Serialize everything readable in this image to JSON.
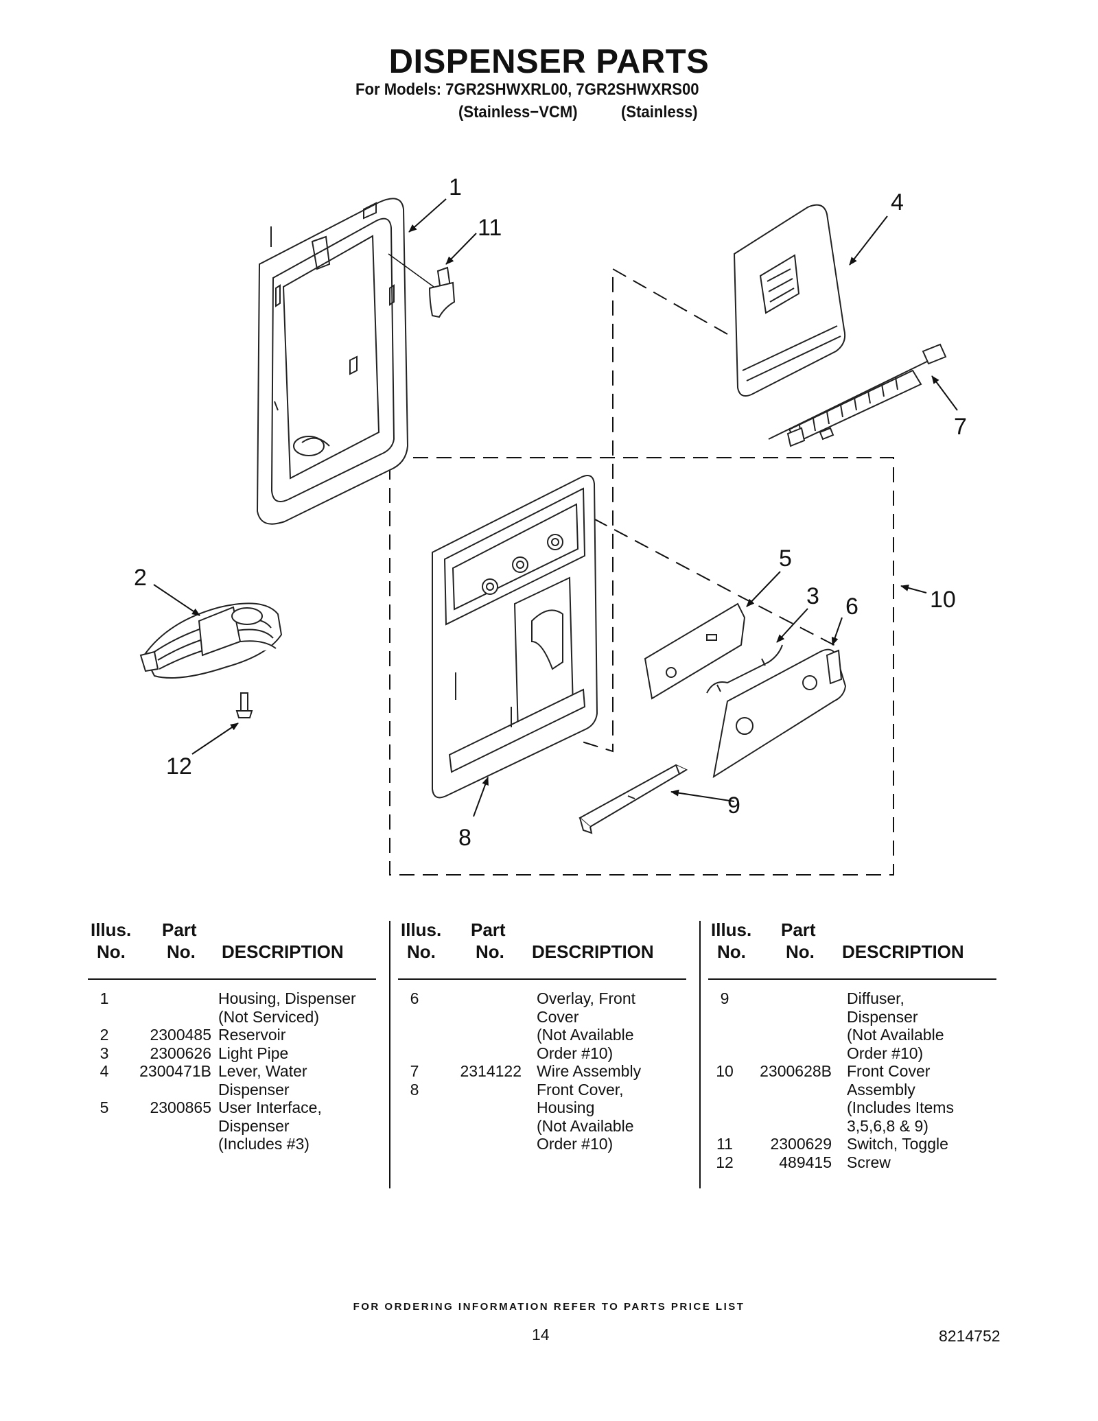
{
  "header": {
    "title": "DISPENSER PARTS",
    "models_line": "For Models: 7GR2SHWXRL00, 7GR2SHWXRS00",
    "variant_1": "(Stainless−VCM)",
    "variant_2": "(Stainless)"
  },
  "diagram": {
    "callouts": [
      "1",
      "11",
      "4",
      "7",
      "2",
      "12",
      "5",
      "3",
      "6",
      "10",
      "9",
      "8"
    ]
  },
  "table_headers": {
    "illus_1": "Illus.",
    "illus_2": "No.",
    "part_1": "Part",
    "part_2": "No.",
    "description": "DESCRIPTION"
  },
  "parts_columns": [
    {
      "rows": [
        {
          "illus": "1",
          "part": "",
          "desc": [
            "Housing, Dispenser",
            "(Not Serviced)"
          ]
        },
        {
          "illus": "2",
          "part": "2300485",
          "desc": [
            "Reservoir"
          ]
        },
        {
          "illus": "3",
          "part": "2300626",
          "desc": [
            "Light Pipe"
          ]
        },
        {
          "illus": "4",
          "part": "2300471B",
          "desc": [
            "Lever, Water",
            "Dispenser"
          ]
        },
        {
          "illus": "5",
          "part": "2300865",
          "desc": [
            "User Interface,",
            "Dispenser",
            "(Includes #3)"
          ]
        }
      ]
    },
    {
      "rows": [
        {
          "illus": "6",
          "part": "",
          "desc": [
            "Overlay, Front",
            "Cover",
            "(Not Available",
            "Order #10)"
          ]
        },
        {
          "illus": "7",
          "part": "2314122",
          "desc": [
            "Wire Assembly"
          ]
        },
        {
          "illus": "8",
          "part": "",
          "desc": [
            "Front Cover,",
            "Housing",
            "(Not Available",
            "Order #10)"
          ]
        }
      ]
    },
    {
      "rows": [
        {
          "illus": "9",
          "part": "",
          "desc": [
            "Diffuser,",
            "Dispenser",
            "(Not Available",
            "Order #10)"
          ]
        },
        {
          "illus": "10",
          "part": "2300628B",
          "desc": [
            "Front Cover",
            "Assembly",
            "(Includes Items",
            "3,5,6,8 & 9)"
          ]
        },
        {
          "illus": "11",
          "part": "2300629",
          "desc": [
            "Switch, Toggle"
          ]
        },
        {
          "illus": "12",
          "part": "489415",
          "desc": [
            "Screw"
          ]
        }
      ]
    }
  ],
  "footer": {
    "ordering_note": "FOR ORDERING INFORMATION REFER TO PARTS PRICE LIST",
    "page_number": "14",
    "document_number": "8214752"
  }
}
